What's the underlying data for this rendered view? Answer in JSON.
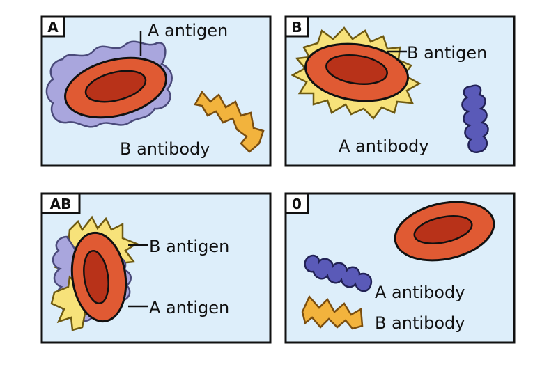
{
  "panels": {
    "a": {
      "tag": "A",
      "label_antigen": "A antigen",
      "label_antibody": "B antibody"
    },
    "b": {
      "tag": "B",
      "label_antigen": "B antigen",
      "label_antibody": "A antibody"
    },
    "ab": {
      "tag": "AB",
      "label_b_antigen": "B antigen",
      "label_a_antigen": "A antigen"
    },
    "o": {
      "tag": "0",
      "label_a_antibody": "A antibody",
      "label_b_antibody": "B antibody"
    }
  },
  "colors": {
    "panel_bg": "#ddeefa",
    "cell_outer": "#e05a33",
    "cell_inner": "#b83219",
    "a_antigen": "#a9a6dd",
    "b_antigen": "#f7e27a",
    "a_antibody": "#5a5ab8",
    "b_antibody": "#f2b33d"
  },
  "icons": [
    "red-blood-cell",
    "a-antigen-coat",
    "b-antigen-coat",
    "a-antibody",
    "b-antibody"
  ]
}
